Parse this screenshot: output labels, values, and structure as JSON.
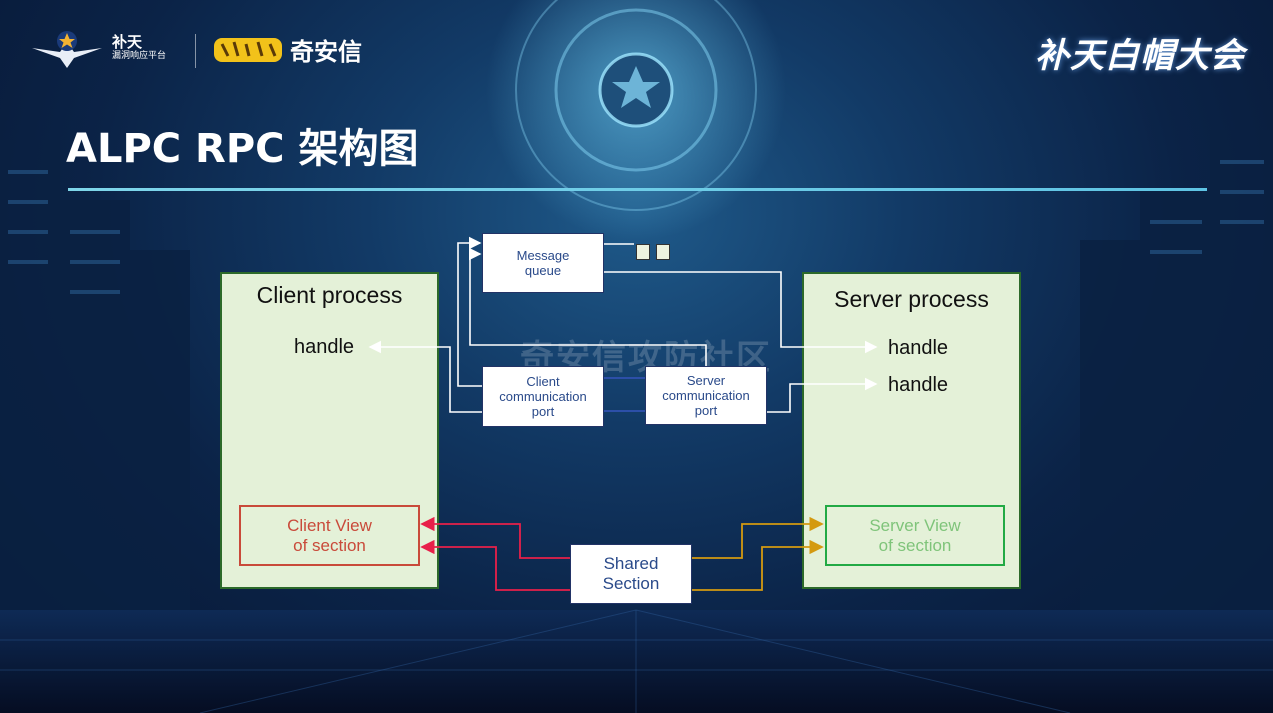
{
  "header": {
    "butian_brand": "补天",
    "butian_sub": "漏洞响应平台",
    "qax_brand": "奇安信",
    "event_logo": "补天白帽大会"
  },
  "slide": {
    "title": "ALPC RPC 架构图",
    "watermark": "奇安信攻防社区"
  },
  "diagram": {
    "client_process": {
      "title": "Client process",
      "handle": "handle",
      "view": "Client View\nof section"
    },
    "server_process": {
      "title": "Server process",
      "handle_1": "handle",
      "handle_2": "handle",
      "view": "Server View\nof section"
    },
    "message_queue": "Message\nqueue",
    "client_port": "Client\ncommunication\nport",
    "server_port": "Server\ncommunication\nport",
    "shared_section": "Shared\nSection"
  },
  "colors": {
    "process_fill": "#e4f1d8",
    "process_border": "#2c6a2a",
    "client_view": "#c94a3a",
    "server_view": "#7fc47a",
    "server_view_border": "#22aa44",
    "red_arrow": "#e8204a",
    "gold_arrow": "#d49a10",
    "port_link": "#2c4fa8",
    "title_line": "#7fd6ea"
  }
}
